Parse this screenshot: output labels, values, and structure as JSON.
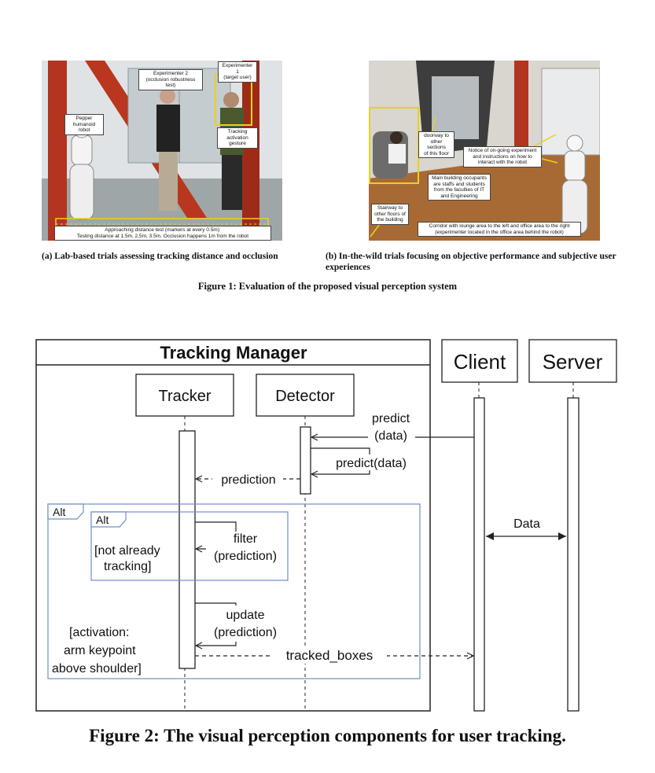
{
  "figure1": {
    "caption": "Figure 1: Evaluation of the proposed visual perception system",
    "panel_a": {
      "subcaption": "(a) Lab-based trials assessing tracking distance and occlusion",
      "labels": {
        "experimenter2": "Experimenter 2\n(occlusion robustness test)",
        "experimenter1": "Experimenter 1\n(target user)",
        "pepper": "Pepper\nhumanoid robot",
        "gesture": "Tracking\nactivation gesture",
        "distance": "Approaching distance test (markers at every 0.5m):\nTesting distance at 1.5m, 2.5m, 3.5m. Occlusion happens 1m from the robot"
      }
    },
    "panel_b": {
      "subcaption": "(b) In-the-wild trials focusing on objective performance and subjective user experiences",
      "labels": {
        "doorway": "doorway to\nother sections\nof this floor",
        "notice": "Notice of on-going experiment\nand instructions on how to\ninteract with the robot",
        "occupants": "Main building occupants\nare staffs and students\nfrom the faculties of IT\nand Engineering",
        "stairway": "Stairway to\nother floors of\nthe building",
        "corridor": "Corridor with lounge area to the left and office area to the right\n(experimenter located in the office area behind the robot)"
      }
    }
  },
  "figure2": {
    "caption": "Figure 2: The visual perception components for user tracking.",
    "diagram": {
      "manager_title": "Tracking Manager",
      "tracker": "Tracker",
      "detector": "Detector",
      "client": "Client",
      "server": "Server",
      "predict_line1": "predict",
      "predict_line2": "(data)",
      "predict_self": "predict(data)",
      "prediction": "prediction",
      "alt_outer": "Alt",
      "alt_inner": "Alt",
      "data": "Data",
      "guard_inner_1": "[not already",
      "guard_inner_2": "tracking]",
      "filter_1": "filter",
      "filter_2": "(prediction)",
      "update_1": "update",
      "update_2": "(prediction)",
      "guard_outer_1": "[activation:",
      "guard_outer_2": "arm keypoint",
      "guard_outer_3": "above shoulder]",
      "tracked_boxes": "tracked_boxes"
    }
  },
  "colors": {
    "alt_frame": "#6f8fc2",
    "lab_red": "#b3341f",
    "highlight_yellow": "#e8d21c",
    "floor_wood": "#a86a35"
  }
}
